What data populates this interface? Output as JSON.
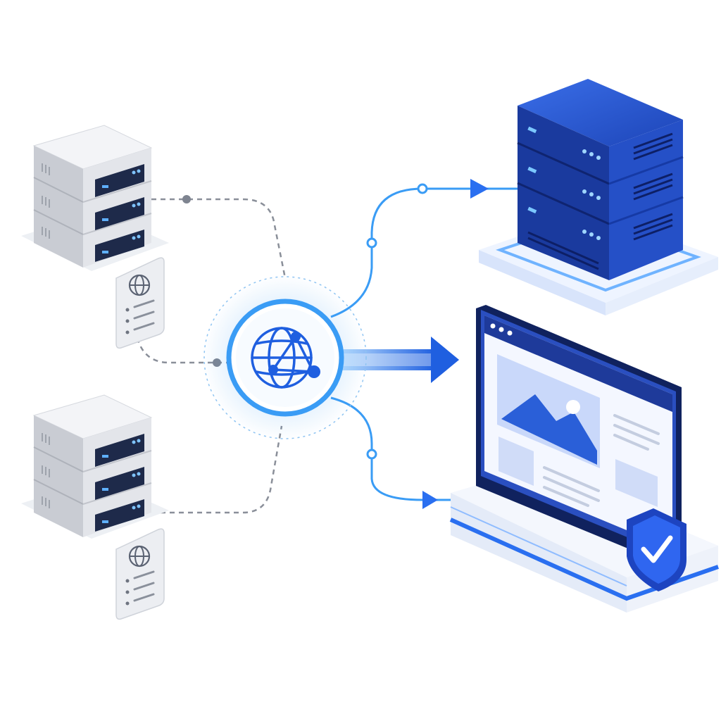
{
  "diagram": {
    "kind": "network-routing-illustration",
    "text_labels": [],
    "nodes": [
      {
        "id": "source-server-1",
        "icon": "gray-server-stack-icon",
        "tag_icon": "globe-list-document-icon"
      },
      {
        "id": "source-server-2",
        "icon": "gray-server-stack-icon",
        "tag_icon": "globe-list-document-icon"
      },
      {
        "id": "hub",
        "icon": "network-globe-icon"
      },
      {
        "id": "target-server",
        "icon": "blue-server-stack-icon"
      },
      {
        "id": "target-website",
        "icon": "browser-window-icon",
        "badge_icon": "shield-check-icon"
      }
    ],
    "connections": [
      {
        "from": "source-server-1",
        "to": "hub",
        "style": "dashed"
      },
      {
        "from": "source-server-2",
        "to": "hub",
        "style": "dashed"
      },
      {
        "from": "hub",
        "to": "target-server",
        "style": "solid-arrow"
      },
      {
        "from": "hub",
        "to": "target-website",
        "style": "bold-arrow"
      },
      {
        "from": "hub",
        "to": "target-website",
        "style": "solid-arrow"
      }
    ],
    "colors": {
      "primary_blue": "#1f5fe0",
      "dark_blue": "#17308f",
      "light_blue": "#3a9cf5",
      "server_gray": "#d9dce2",
      "dashed_gray": "#8a8f99",
      "background": "#ffffff"
    }
  }
}
